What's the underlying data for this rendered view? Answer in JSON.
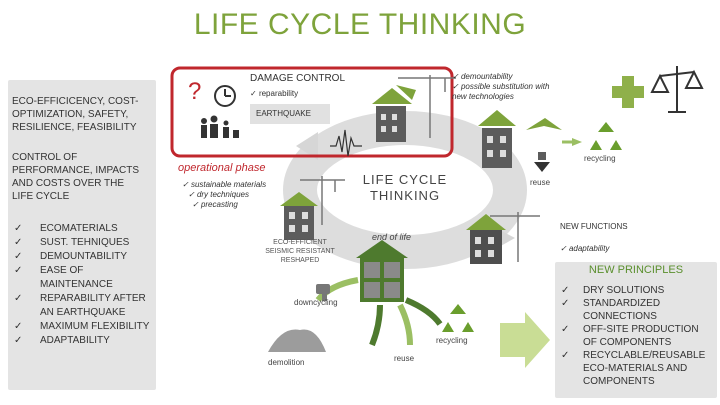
{
  "title": "LIFE CYCLE THINKING",
  "left_panel": {
    "para1": "ECO-EFFICICENCY, COST-OPTIMIZATION, SAFETY, RESILIENCE, FEASIBILITY",
    "para2": "CONTROL OF PERFORMANCE, IMPACTS AND COSTS OVER THE LIFE CYCLE",
    "items": [
      "ECOMATERIALS",
      "SUST. TEHNIQUES",
      "DEMOUNTABILITY",
      "EASE OF MAINTENANCE",
      "REPARABILITY AFTER AN EARTHQUAKE",
      "MAXIMUM FLEXIBILITY",
      "ADAPTABILITY"
    ],
    "check": "✓"
  },
  "damage_control": {
    "title": "DAMAGE CONTROL",
    "item": "reparability",
    "tag": "EARTHQUAKE",
    "question": "?"
  },
  "top_right_list": [
    "demountability",
    "possible substitution with new technologies"
  ],
  "operational": {
    "title": "operational phase",
    "items": [
      "sustainable materials",
      "dry techniques",
      "precasting"
    ]
  },
  "center": "LIFE CYCLE THINKING",
  "eco_label": "ECO-EFFICIENT SEISMIC RESISTANT RESHAPED",
  "end_of_life": "end of life",
  "new_functions": {
    "title": "NEW FUNCTIONS",
    "item": "adaptability"
  },
  "labels": {
    "recycling_top": "recycling",
    "reuse_top": "reuse",
    "downcycling": "downcycling",
    "demolition": "demolition",
    "reuse_bottom": "reuse",
    "recycling_bottom": "recycling"
  },
  "right_panel": {
    "title": "NEW PRINCIPLES",
    "items": [
      "DRY SOLUTIONS",
      "STANDARDIZED CONNECTIONS",
      "OFF-SITE PRODUCTION OF COMPONENTS",
      "RECYCLABLE/REUSABLE ECO-MATERIALS AND COMPONENTS"
    ]
  },
  "symbols": {
    "plus": "+",
    "recycle": "♻"
  },
  "colors": {
    "accent_green": "#7ea33b",
    "damage_red": "#c0272d",
    "building_green": "#4e7a2e",
    "ring_gray": "#dcdcdc"
  }
}
